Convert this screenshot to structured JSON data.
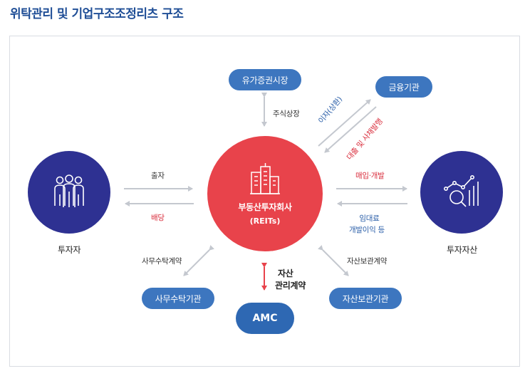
{
  "title": "위탁관리 및 기업구조조정리츠 구조",
  "nodes": {
    "investor": "투자자",
    "reits_name": "부동산투자회사",
    "reits_sub": "(REITs)",
    "assets": "투자자산",
    "securities_market": "유가증권시장",
    "financial_institution": "금융기관",
    "admin_agent": "사무수탁기관",
    "custodian": "자산보관기관",
    "amc": "AMC"
  },
  "edges": {
    "investment": "출자",
    "dividend": "배당",
    "stock_listing": "주식상장",
    "interest_repay": "이자(상환)",
    "loan_bond": "대출 및 사채발행",
    "purchase_dev": "매입·개발",
    "rent_line1": "임대료",
    "rent_line2": "개발이익 등",
    "admin_contract": "사무수탁계약",
    "custody_contract": "자산보관계약",
    "asset_mgmt_line1": "자산",
    "asset_mgmt_line2": "관리계약"
  },
  "icons": {
    "investor": "people-group-icon",
    "reits": "city-buildings-icon",
    "assets": "chart-magnifier-icon"
  },
  "colors": {
    "title": "#1f4e96",
    "navy": "#2e3192",
    "reits_red": "#e8434b",
    "pill_blue": "#3d76bf",
    "amc_blue": "#2e68b3",
    "arrow_gray": "#c4c8cf",
    "arrow_red": "#e8434b",
    "label_red": "#d92d3c",
    "label_blue": "#2a5ea8"
  }
}
